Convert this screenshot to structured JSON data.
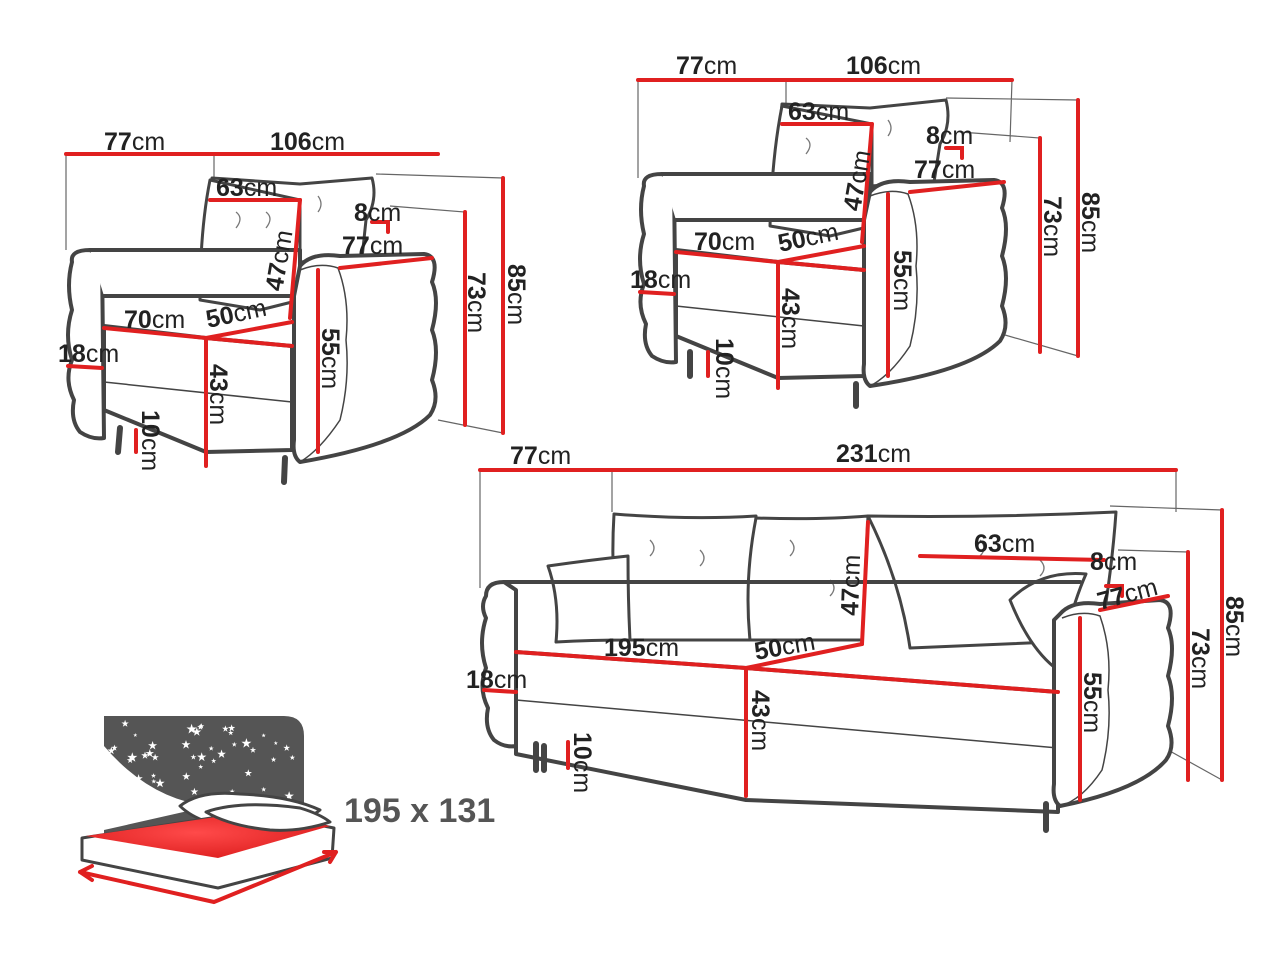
{
  "units": "cm",
  "armchair_left": {
    "depth": "77",
    "width": "106",
    "back_cushion": "63",
    "back_depth": "8",
    "arm_depth": "77",
    "cushion_height": "47",
    "seat_width": "70",
    "seat_depth": "50",
    "arm_height": "18",
    "arm_full": "55",
    "seat_height": "43",
    "total_high": "85",
    "back_height": "73",
    "legs": "10"
  },
  "armchair_right": {
    "depth": "77",
    "width": "106",
    "back_cushion": "63",
    "back_depth": "8",
    "arm_depth": "77",
    "cushion_height": "47",
    "seat_width": "70",
    "seat_depth": "50",
    "arm_height": "18",
    "arm_full": "55",
    "seat_height": "43",
    "total_high": "85",
    "back_height": "73",
    "legs": "10"
  },
  "sofa": {
    "depth": "77",
    "width": "231",
    "back_cushion": "63",
    "back_depth": "8",
    "arm_depth": "77",
    "cushion_height": "47",
    "seat_width": "195",
    "seat_depth": "50",
    "arm_height": "18",
    "arm_full": "55",
    "seat_height": "43",
    "total_high": "85",
    "back_height": "73",
    "legs": "10"
  },
  "bed_size": "195 x 131",
  "colors": {
    "dimension": "#e02020",
    "outline": "#444444",
    "mattress": "#e52b2b"
  },
  "icons": [
    "star-icon"
  ]
}
